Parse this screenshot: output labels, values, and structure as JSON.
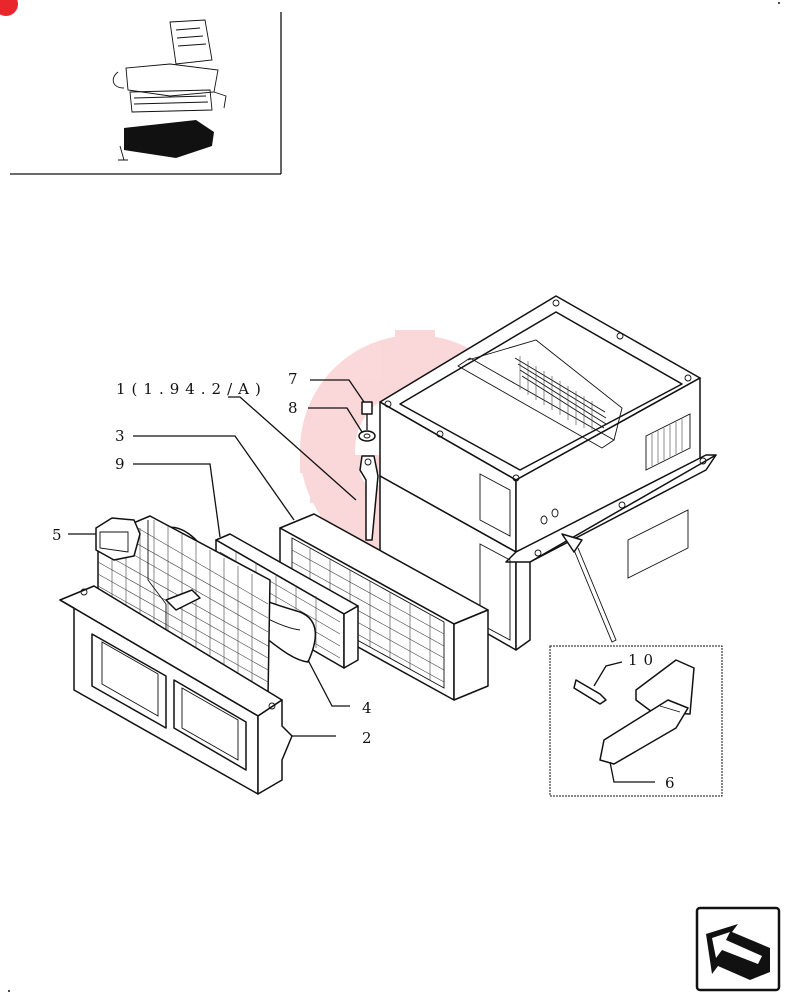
{
  "diagram": {
    "callouts": [
      {
        "id": "c7",
        "label": "7"
      },
      {
        "id": "c8",
        "label": "8"
      },
      {
        "id": "c3",
        "label": "3"
      },
      {
        "id": "c9",
        "label": "9"
      },
      {
        "id": "c5",
        "label": "5"
      },
      {
        "id": "c4",
        "label": "4"
      },
      {
        "id": "c2",
        "label": "2"
      },
      {
        "id": "c10",
        "label": "10"
      },
      {
        "id": "c6",
        "label": "6"
      }
    ],
    "reference": "1(1.94.2/A)",
    "watermark": "TEX",
    "colors": {
      "watermark": "#e8262c",
      "line": "#111111"
    }
  },
  "icons": {
    "corner_badge": "red-circle-icon",
    "nav_arrow": "return-arrow-icon"
  }
}
